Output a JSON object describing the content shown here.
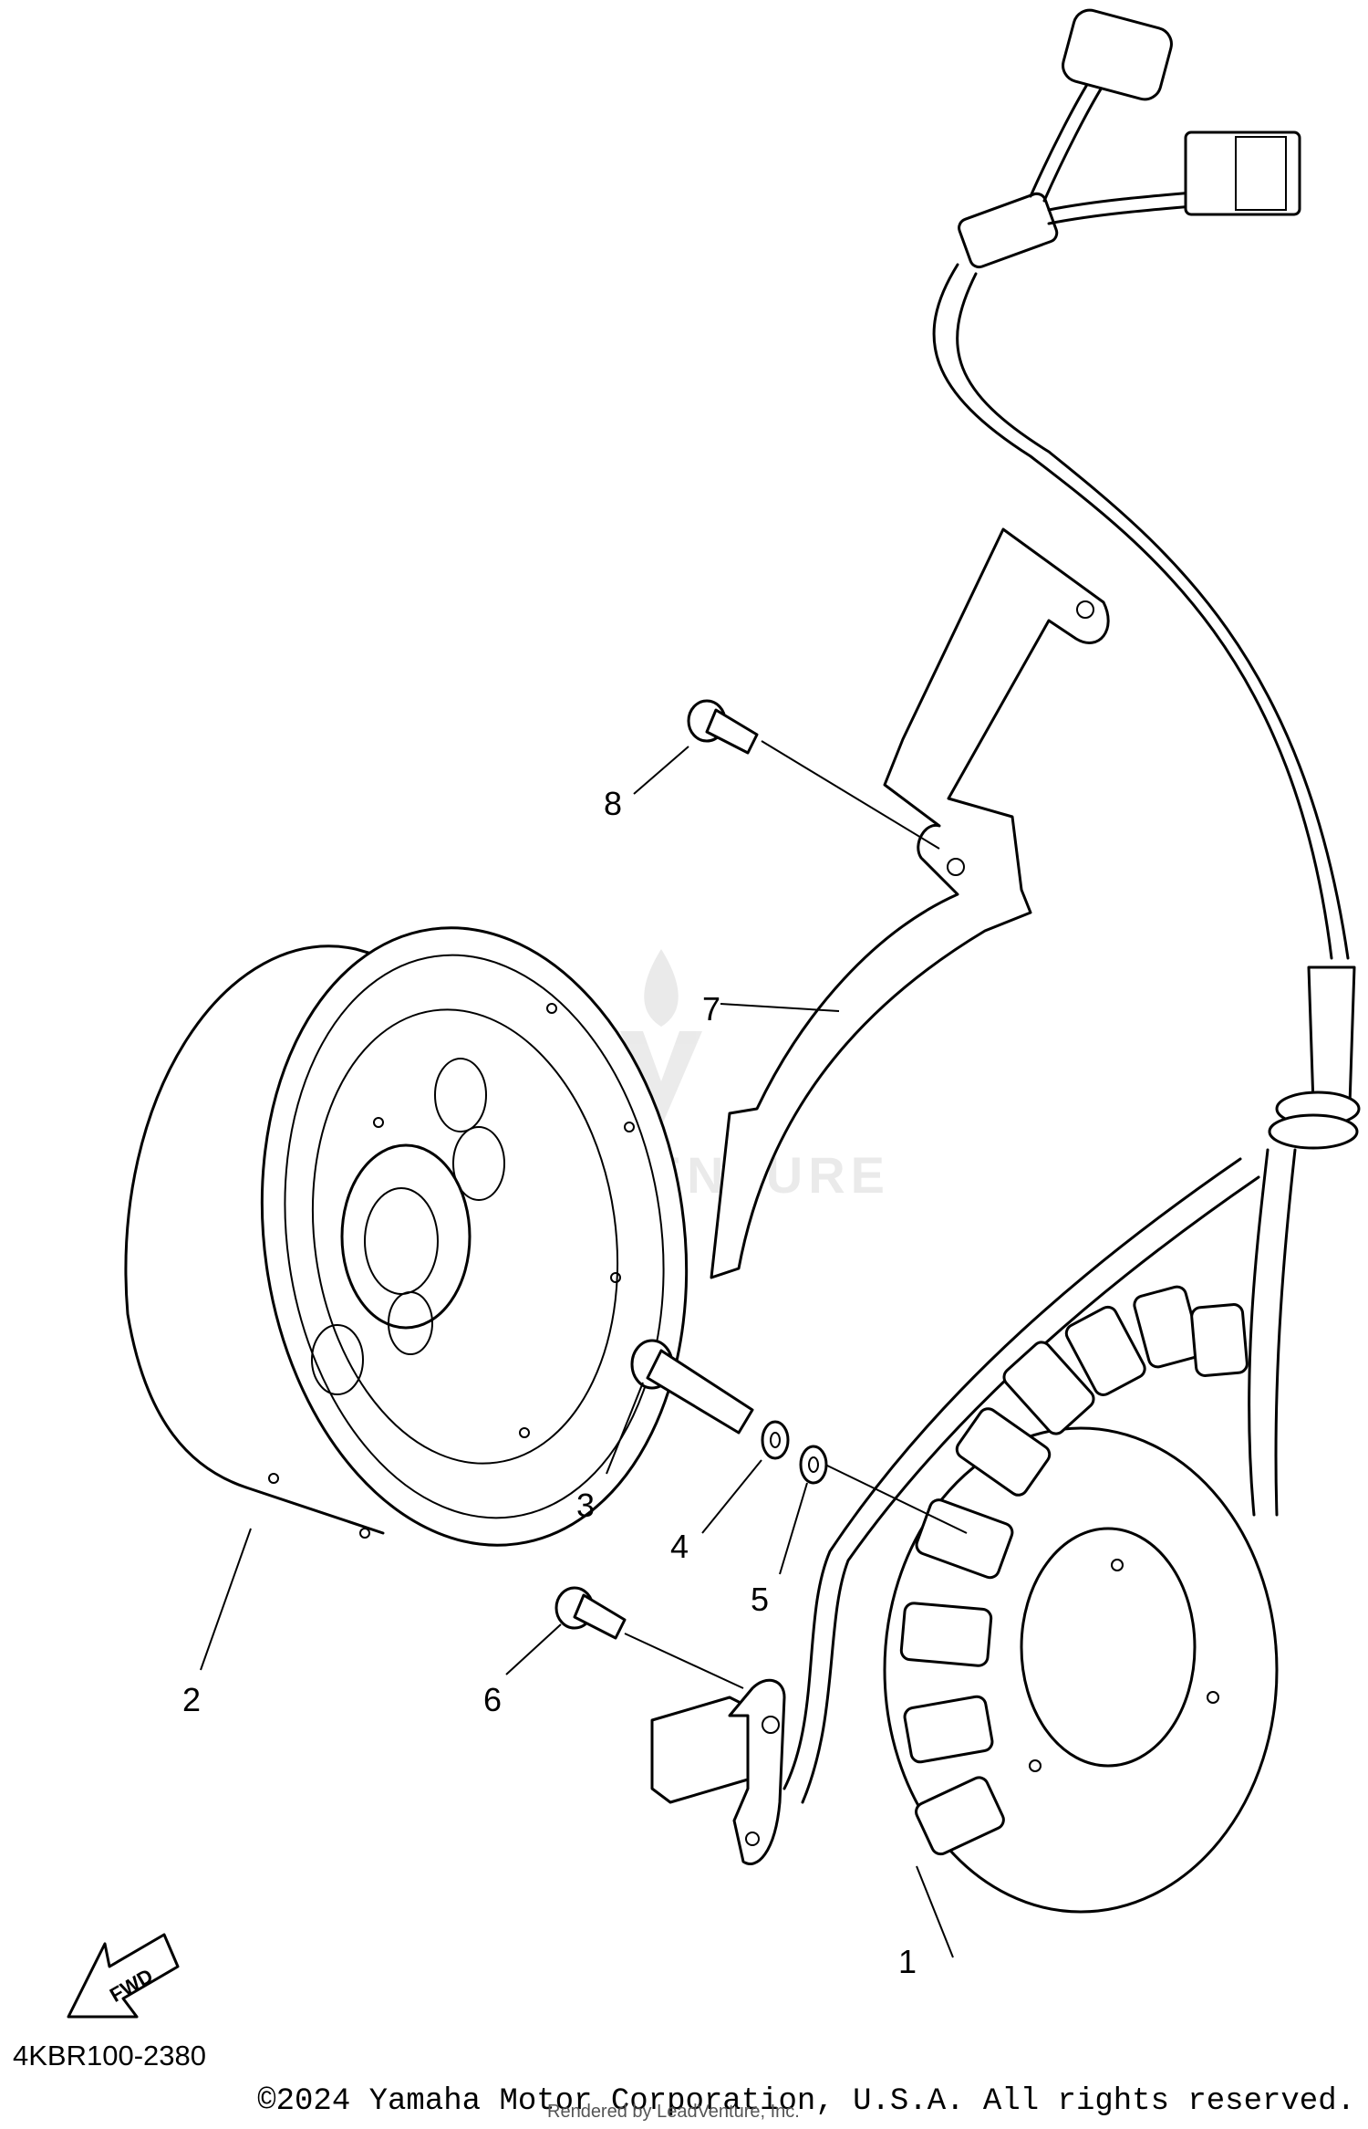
{
  "parts": [
    {
      "id": "callout-1",
      "label": "1"
    },
    {
      "id": "callout-2",
      "label": "2"
    },
    {
      "id": "callout-3",
      "label": "3"
    },
    {
      "id": "callout-4",
      "label": "4"
    },
    {
      "id": "callout-5",
      "label": "5"
    },
    {
      "id": "callout-6",
      "label": "6"
    },
    {
      "id": "callout-7",
      "label": "7"
    },
    {
      "id": "callout-8",
      "label": "8"
    }
  ],
  "fwd_label": "FWD",
  "diagram_code": "4KBR100-2380",
  "copyright": "©2024 Yamaha Motor Corporation, U.S.A. All rights reserved.",
  "rendered_by": "Rendered by LeadVenture, Inc.",
  "watermark": "LEADVENTURE"
}
